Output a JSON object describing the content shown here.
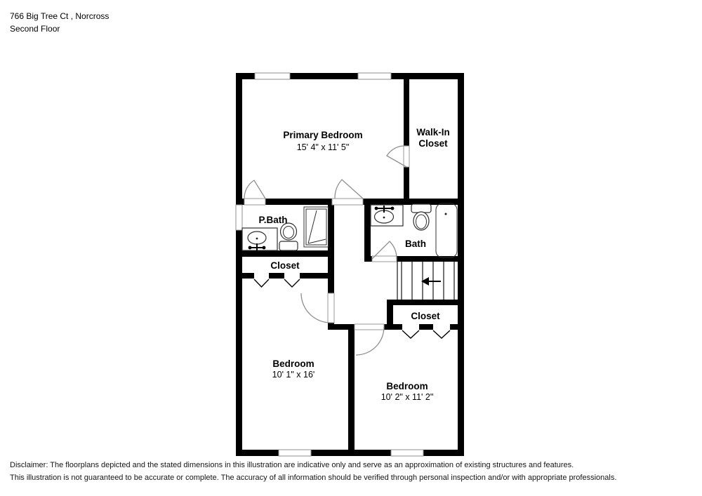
{
  "header": {
    "address": "766 Big Tree Ct , Norcross",
    "floor": "Second Floor"
  },
  "rooms": {
    "primary_bedroom": {
      "name": "Primary Bedroom",
      "dims": "15' 4\" x 11' 5\""
    },
    "walk_in_closet": {
      "name_line1": "Walk-In",
      "name_line2": "Closet"
    },
    "primary_bath": {
      "name": "P.Bath"
    },
    "bath": {
      "name": "Bath"
    },
    "hall_closet": {
      "name": "Closet"
    },
    "stair_closet": {
      "name": "Closet"
    },
    "bedroom_left": {
      "name": "Bedroom",
      "dims": "10' 1\" x 16'"
    },
    "bedroom_right": {
      "name": "Bedroom",
      "dims": "10' 2\" x 11' 2\""
    }
  },
  "disclaimer": {
    "line1": "Disclaimer: The floorplans depicted and the stated dimensions in this illustration are indicative only and serve as an approximation of existing structures and features.",
    "line2": "This illustration is not guaranteed to be accurate or complete. The accuracy of all information should be verified through personal inspection and/or with appropriate professionals."
  },
  "colors": {
    "wall": "#000000",
    "thin-line": "#8f8f8f",
    "text": "#000000",
    "background": "#ffffff"
  }
}
